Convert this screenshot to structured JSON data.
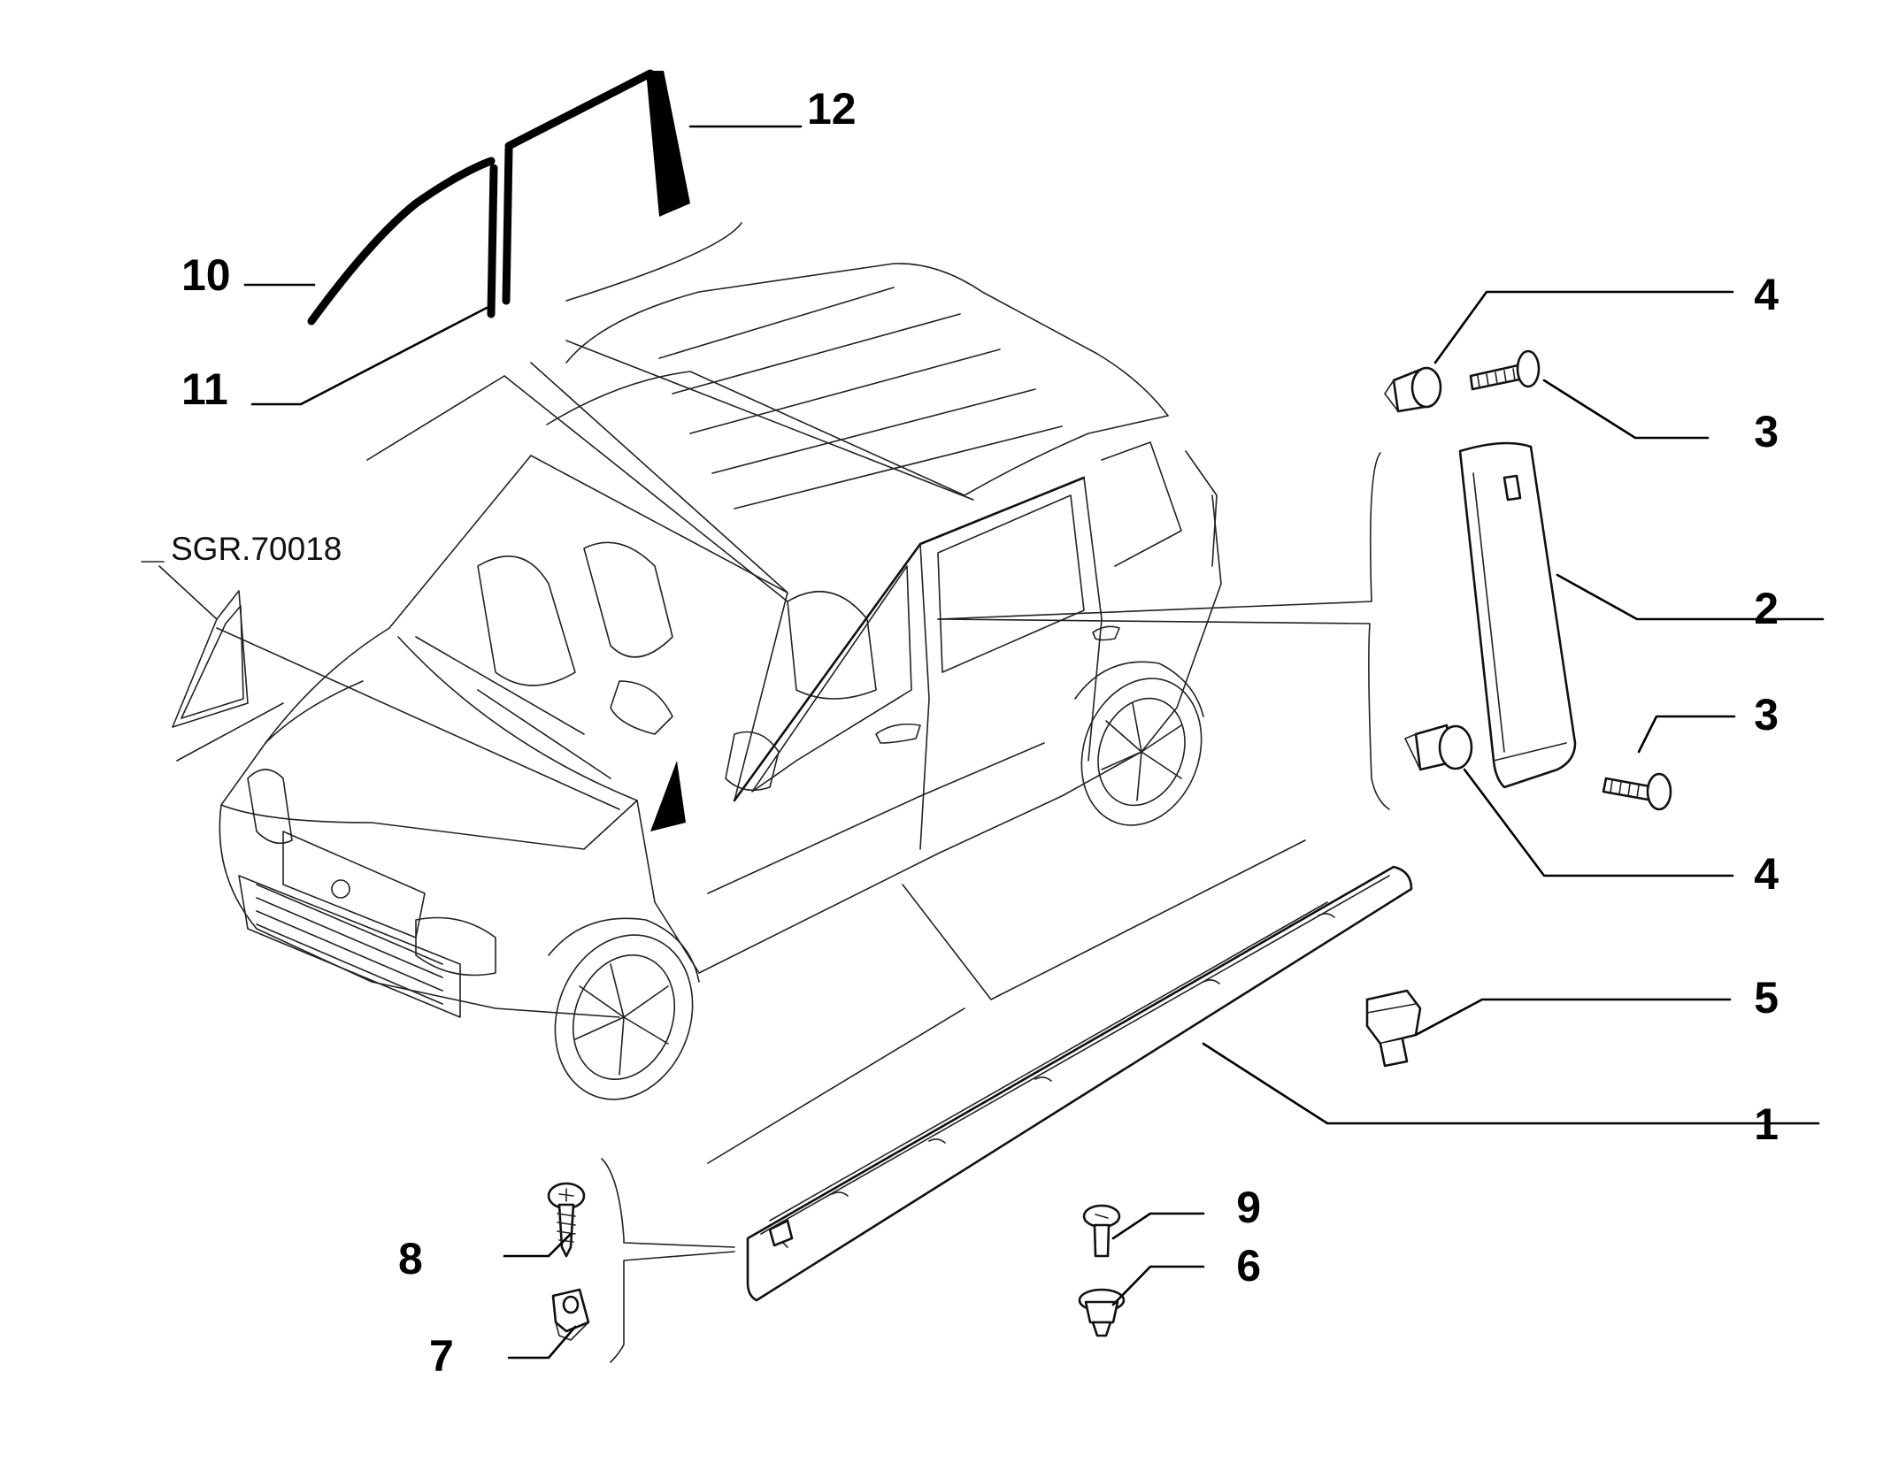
{
  "diagram": {
    "reference_label": "SGR.70018",
    "callouts": [
      {
        "id": "1",
        "label": "1"
      },
      {
        "id": "2",
        "label": "2"
      },
      {
        "id": "3a",
        "label": "3"
      },
      {
        "id": "3b",
        "label": "3"
      },
      {
        "id": "4a",
        "label": "4"
      },
      {
        "id": "4b",
        "label": "4"
      },
      {
        "id": "5",
        "label": "5"
      },
      {
        "id": "6",
        "label": "6"
      },
      {
        "id": "7",
        "label": "7"
      },
      {
        "id": "8",
        "label": "8"
      },
      {
        "id": "9",
        "label": "9"
      },
      {
        "id": "10",
        "label": "10"
      },
      {
        "id": "11",
        "label": "11"
      },
      {
        "id": "12",
        "label": "12"
      }
    ]
  }
}
